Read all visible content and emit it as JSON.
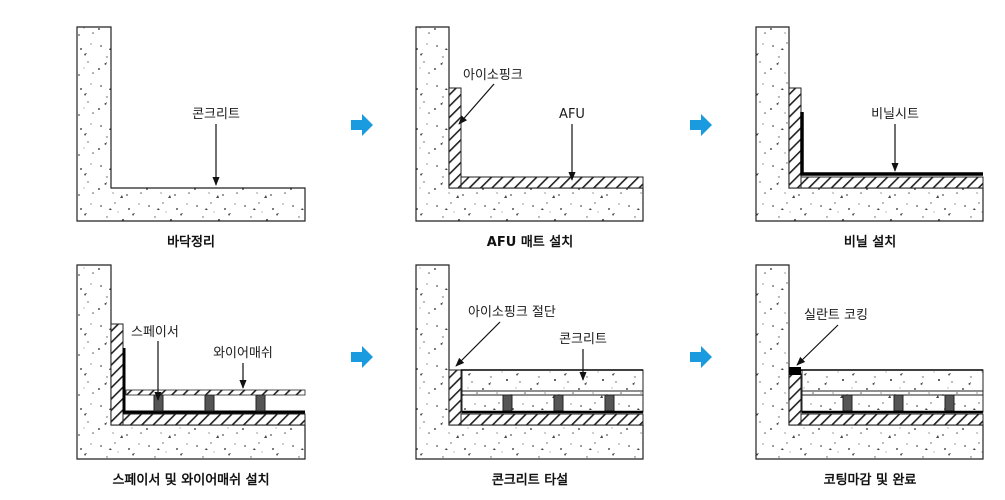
{
  "panels": [
    {
      "caption": "바닥정리",
      "callouts": [
        "콘크리트"
      ]
    },
    {
      "caption": "AFU 매트 설치",
      "callouts": [
        "아이소핑크",
        "AFU"
      ]
    },
    {
      "caption": "비닐 설치",
      "callouts": [
        "비닐시트"
      ]
    },
    {
      "caption": "스페이서 및 와이어매쉬 설치",
      "callouts": [
        "스페이서",
        "와이어매쉬"
      ]
    },
    {
      "caption": "콘크리트 타설",
      "callouts": [
        "아이소핑크 절단",
        "콘크리트"
      ]
    },
    {
      "caption": "코팅마감 및 완료",
      "callouts": [
        "실란트 코킹"
      ]
    }
  ],
  "colors": {
    "arrow": "#1a9be0",
    "line": "#222222",
    "concrete_dots": "#555555"
  },
  "icons": {
    "step_arrow": "arrow-right-icon"
  }
}
